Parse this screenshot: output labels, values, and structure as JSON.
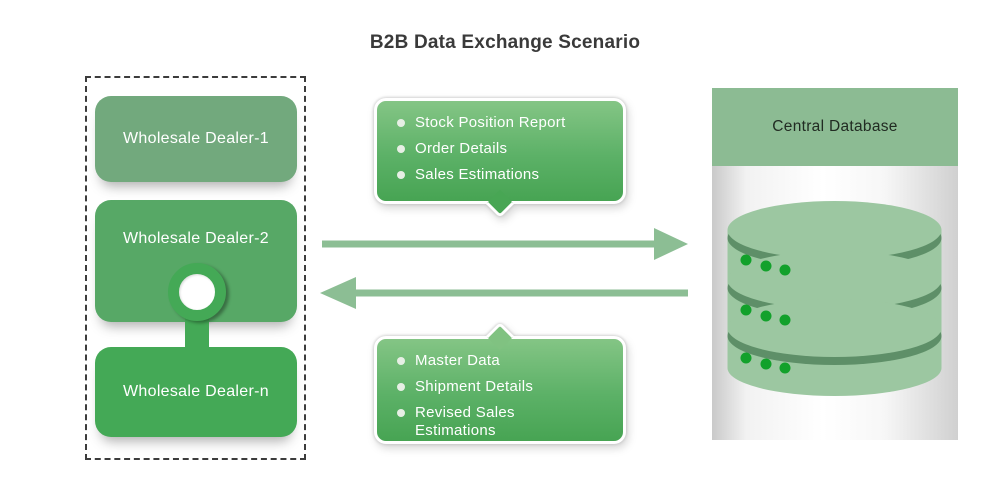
{
  "title": "B2B Data Exchange Scenario",
  "dealer_group": {
    "dealers": [
      {
        "label": "Wholesale Dealer-1"
      },
      {
        "label": "Wholesale Dealer-2"
      },
      {
        "label": "Wholesale Dealer-n"
      }
    ]
  },
  "flows": {
    "to_database": {
      "direction": "right",
      "items": [
        "Stock Position Report",
        "Order Details",
        "Sales Estimations"
      ]
    },
    "from_database": {
      "direction": "left",
      "items": [
        "Master Data",
        "Shipment Details",
        "Revised Sales Estimations"
      ]
    }
  },
  "database": {
    "title": "Central Database",
    "disk_count": 3,
    "dots_per_disk": 3
  },
  "colors": {
    "muted_green": "#8cbe94",
    "bright_green": "#44a956",
    "dealer1_green": "#72a97d",
    "dealer2_green": "#57a866",
    "callout_gradient_top": "#84c585",
    "callout_gradient_bottom": "#47a453",
    "db_header_green": "#8cbb93",
    "cylinder_light": "#9cc7a1",
    "cylinder_dark": "#5e8f68",
    "dot_green": "#12a12b",
    "title_text": "#3a3a3a"
  }
}
